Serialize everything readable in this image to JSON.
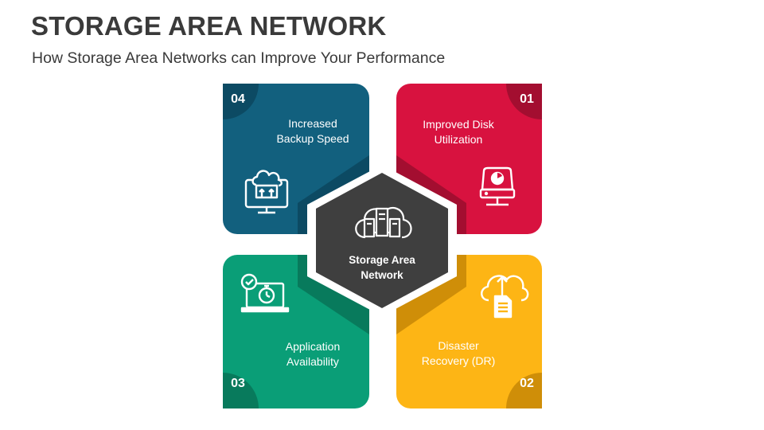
{
  "title": "STORAGE AREA NETWORK",
  "subtitle": "How Storage Area Networks can Improve Your Performance",
  "center": {
    "line1": "Storage Area",
    "line2": "Network",
    "icon": "cloud-server-icon"
  },
  "cards": [
    {
      "number": "01",
      "line1": "Improved Disk",
      "line2": "Utilization",
      "icon": "disk-drive-icon",
      "color": "#D8123F"
    },
    {
      "number": "02",
      "line1": "Disaster",
      "line2": "Recovery (DR)",
      "icon": "cloud-upload-document-icon",
      "color": "#FDB515"
    },
    {
      "number": "03",
      "line1": "Application",
      "line2": "Availability",
      "icon": "laptop-clock-icon",
      "color": "#0A9E77"
    },
    {
      "number": "04",
      "line1": "Increased",
      "line2": "Backup Speed",
      "icon": "monitor-cloud-upload-icon",
      "color": "#12607E"
    }
  ]
}
